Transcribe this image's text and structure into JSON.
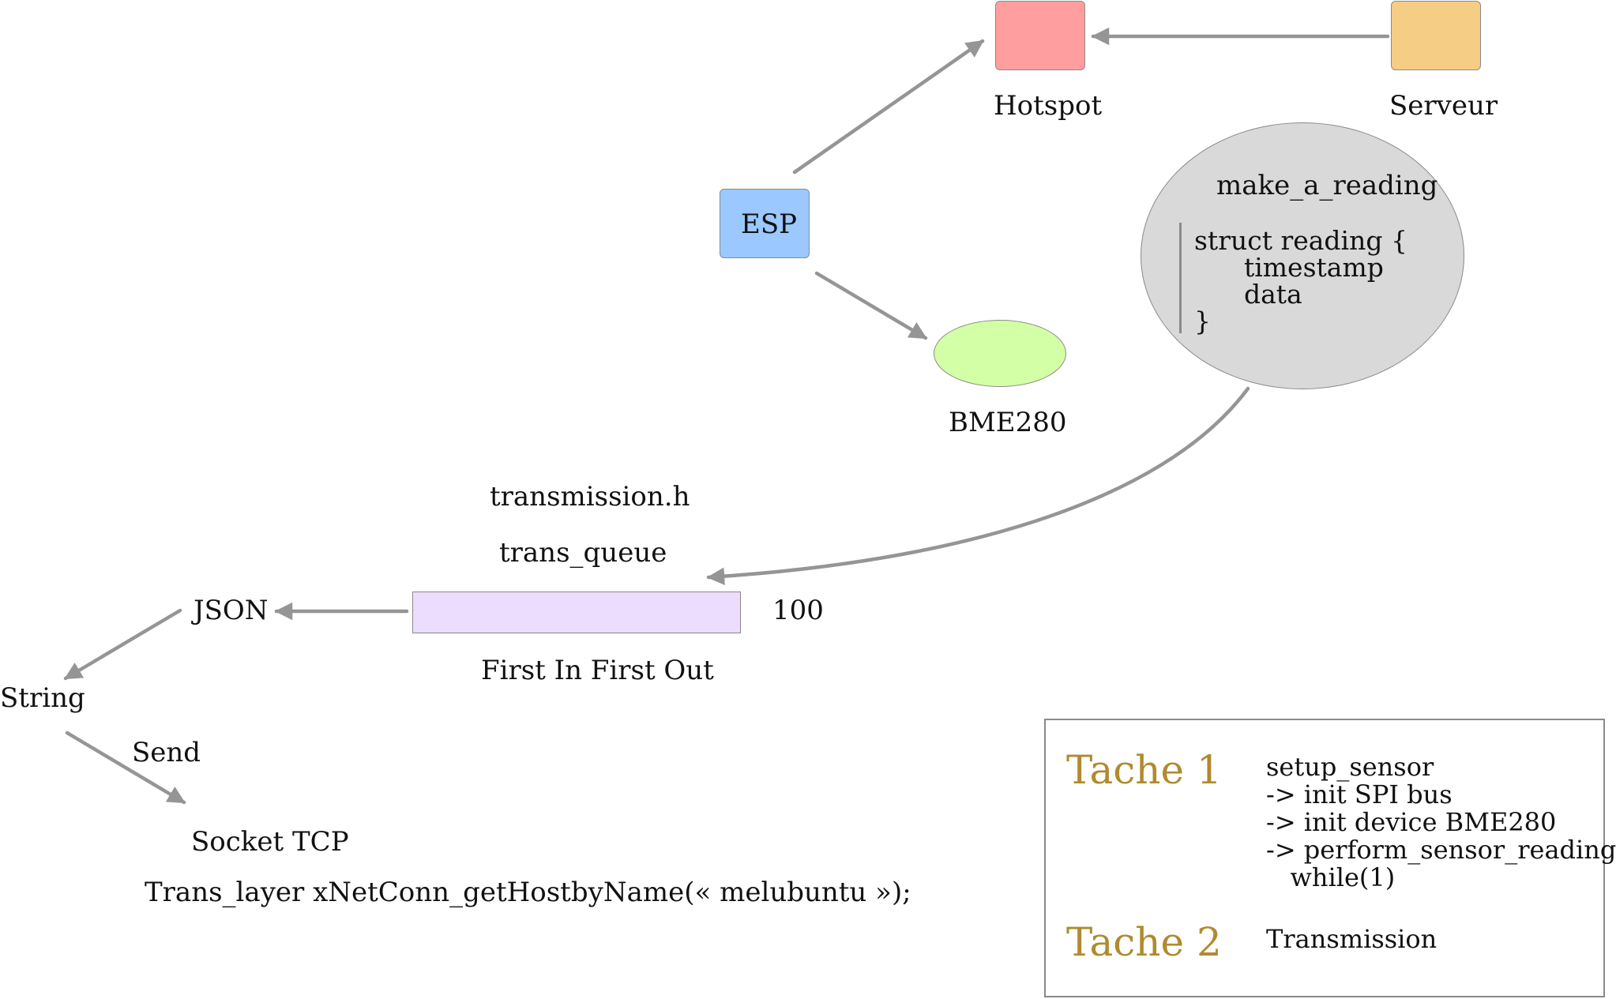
{
  "colors": {
    "hotspot": "#ff9e9e",
    "serveur": "#f6cd85",
    "esp": "#9ac8ff",
    "bme280": "#d3ffa6",
    "reading_bubble": "#d9d9d9",
    "fifo": "#ecdcfd",
    "arrow": "#959595",
    "task_title": "#b08a2e"
  },
  "nodes": {
    "hotspot": {
      "label": "Hotspot"
    },
    "serveur": {
      "label": "Serveur"
    },
    "esp": {
      "label": "ESP"
    },
    "bme280": {
      "label": "BME280"
    },
    "reading": {
      "title": "make_a_reading",
      "code": "struct reading {\n      timestamp\n      data\n}"
    }
  },
  "transmission": {
    "header": "transmission.h",
    "queue_name": "trans_queue",
    "queue_size": "100",
    "fifo_label": "First In First Out"
  },
  "pipeline": {
    "json": "JSON",
    "string": "String",
    "send": "Send",
    "socket": "Socket TCP",
    "trans_layer": "Trans_layer xNetConn_getHostbyName(« melubuntu »);"
  },
  "tasks": [
    {
      "title": "Tache 1",
      "description": "setup_sensor\n-> init SPI bus\n-> init device BME280\n-> perform_sensor_reading\n   while(1)"
    },
    {
      "title": "Tache 2",
      "description": "Transmission"
    }
  ]
}
